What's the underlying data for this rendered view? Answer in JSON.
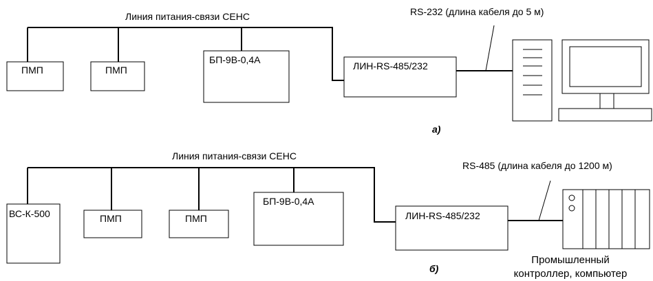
{
  "diagram_a": {
    "caption": "а)",
    "bus_label": "Линия питания-связи СЕНС",
    "cable_label": "RS-232 (длина кабеля до 5 м)",
    "devices": {
      "pmp1": "ПМП",
      "pmp2": "ПМП",
      "psu": "БП-9В-0,4А",
      "converter": "ЛИН-RS-485/232"
    }
  },
  "diagram_b": {
    "caption": "б)",
    "bus_label": "Линия питания-связи СЕНС",
    "cable_label": "RS-485 (длина кабеля до 1200 м)",
    "devices": {
      "vsk": "ВС-К-500",
      "pmp1": "ПМП",
      "pmp2": "ПМП",
      "psu": "БП-9В-0,4А",
      "converter": "ЛИН-RS-485/232"
    },
    "controller_label_line1": "Промышленный",
    "controller_label_line2": "контроллер, компьютер"
  }
}
